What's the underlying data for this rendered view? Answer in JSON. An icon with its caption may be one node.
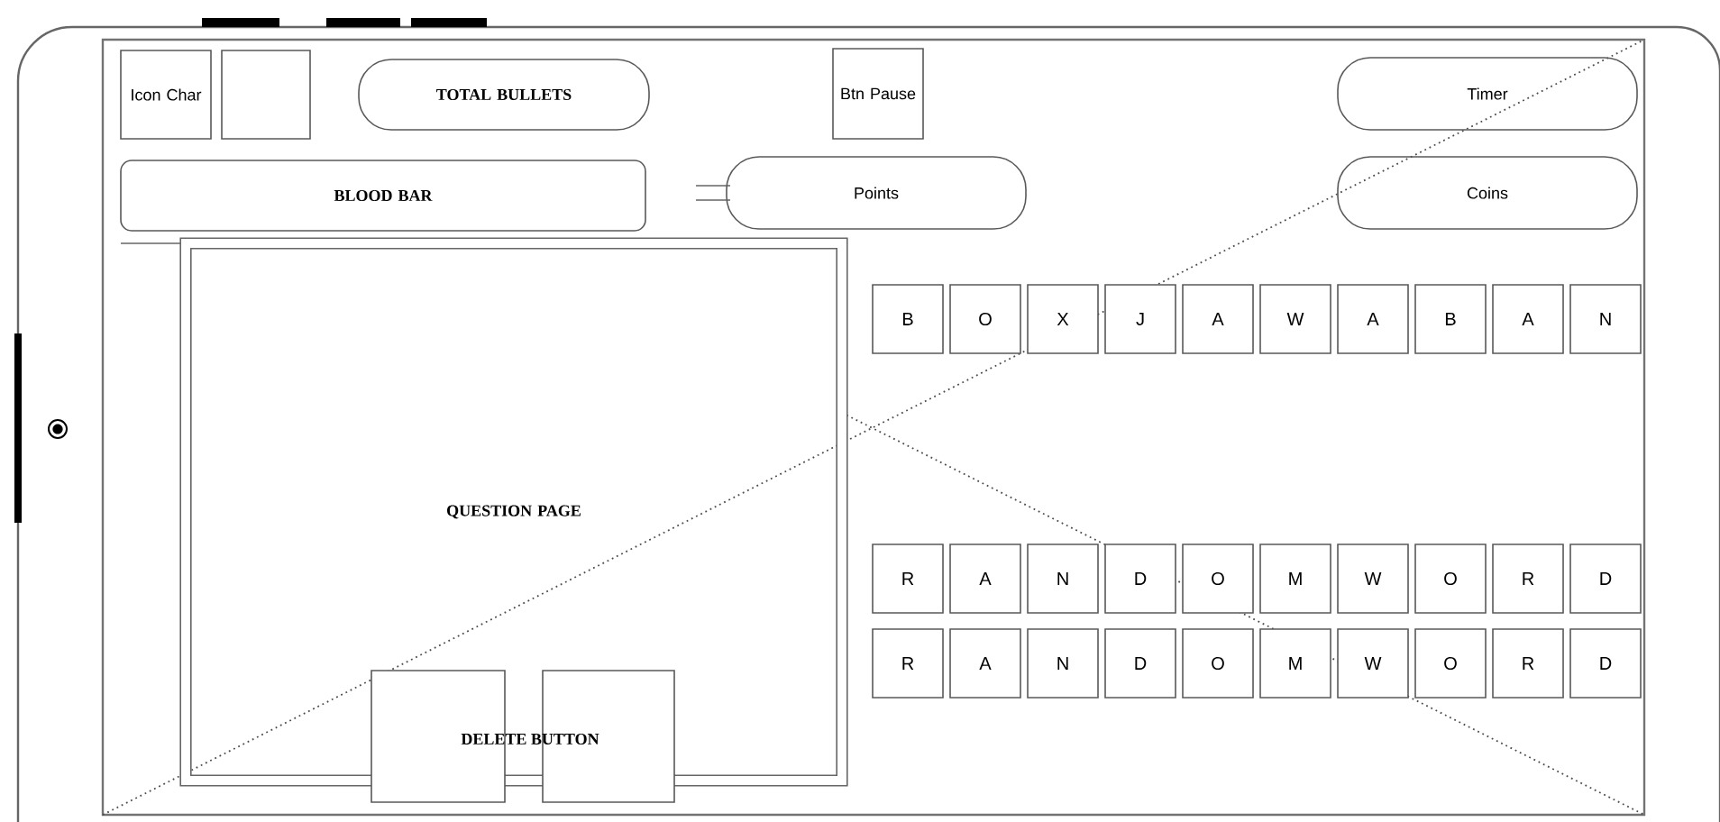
{
  "diagram": {
    "nodes": [
      {
        "text": [
          "Icon Char"
        ]
      },
      {
        "text": [],
        "shape": "box"
      },
      {
        "text": [
          "TOTAL BULLETS"
        ]
      },
      {
        "text": [
          "Btn Pause"
        ]
      },
      {
        "text": [
          "Timer"
        ]
      },
      {
        "text": [
          "BLOOD BAR"
        ]
      },
      {
        "text": [
          "Points"
        ]
      },
      {
        "text": [
          "Coins"
        ]
      },
      {
        "text": [
          "QUESTION PAGE"
        ]
      },
      {
        "text": [
          "B"
        ]
      },
      {
        "text": [
          "O"
        ]
      },
      {
        "text": [
          "X"
        ]
      },
      {
        "text": [
          "J"
        ]
      },
      {
        "text": [
          "A"
        ]
      },
      {
        "text": [
          "W"
        ]
      },
      {
        "text": [
          "A"
        ]
      },
      {
        "text": [
          "B"
        ]
      },
      {
        "text": [
          "A"
        ]
      },
      {
        "text": [
          "N"
        ]
      },
      {
        "text": [
          "R"
        ]
      },
      {
        "text": [
          "A"
        ]
      },
      {
        "text": [
          "N"
        ]
      },
      {
        "text": [
          "D"
        ]
      },
      {
        "text": [
          "O"
        ]
      },
      {
        "text": [
          "M"
        ]
      },
      {
        "text": [
          "W"
        ]
      },
      {
        "text": [
          "O"
        ]
      },
      {
        "text": [
          "R"
        ]
      },
      {
        "text": [
          "D"
        ]
      },
      {
        "text": [
          "R"
        ]
      },
      {
        "text": [
          "A"
        ]
      },
      {
        "text": [
          "N"
        ]
      },
      {
        "text": [
          "D"
        ]
      },
      {
        "text": [
          "O"
        ]
      },
      {
        "text": [
          "M"
        ]
      },
      {
        "text": [
          "W"
        ]
      },
      {
        "text": [
          "O"
        ]
      },
      {
        "text": [
          "R"
        ]
      },
      {
        "text": [
          "D"
        ]
      },
      {
        "text": [],
        "shape": "box"
      },
      {
        "text": [],
        "shape": "box"
      }
    ],
    "labels": [
      "DELETE BUTTON"
    ]
  }
}
